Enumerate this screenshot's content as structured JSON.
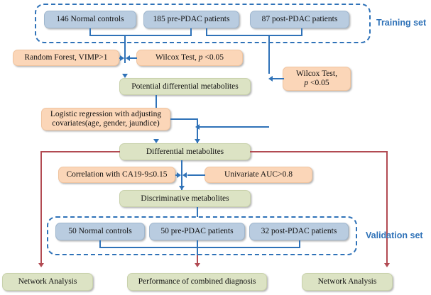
{
  "diagram": {
    "title": "PDAC metabolomics study workflow",
    "colors": {
      "blue_box": "#b9cce0",
      "orange_box": "#fbd6b8",
      "green_box": "#dce3c4",
      "connector_blue": "#2f72b8",
      "connector_red": "#b24a52",
      "group_border": "#2f72b8"
    }
  },
  "training_set": {
    "label": "Training set",
    "cohorts": [
      {
        "label": "146 Normal controls"
      },
      {
        "label": "185 pre-PDAC patients"
      },
      {
        "label": "87 post-PDAC patients"
      }
    ]
  },
  "validation_set": {
    "label": "Validation set",
    "cohorts": [
      {
        "label": "50 Normal controls"
      },
      {
        "label": "50 pre-PDAC patients"
      },
      {
        "label": "32 post-PDAC patients"
      }
    ]
  },
  "filters": {
    "random_forest": "Random Forest, VIMP>1",
    "wilcox_top": {
      "pre": "Wilcox Test, ",
      "italic": "p",
      "post": " <0.05"
    },
    "wilcox_right_line1": "Wilcox Test,",
    "wilcox_right_line2": {
      "italic": "p",
      "post": " <0.05"
    },
    "logistic_line1": "Logistic regression with adjusting",
    "logistic_line2": "covariates(age, gender, jaundice)",
    "correlation": "Correlation with CA19-9≤0.15",
    "univariate": "Univariate AUC>0.8"
  },
  "outcomes": {
    "potential": "Potential differential metabolites",
    "differential": "Differential metabolites",
    "discriminative": "Discriminative metabolites",
    "network_left": "Network Analysis",
    "performance": "Performance of combined diagnosis",
    "network_right": "Network Analysis"
  }
}
